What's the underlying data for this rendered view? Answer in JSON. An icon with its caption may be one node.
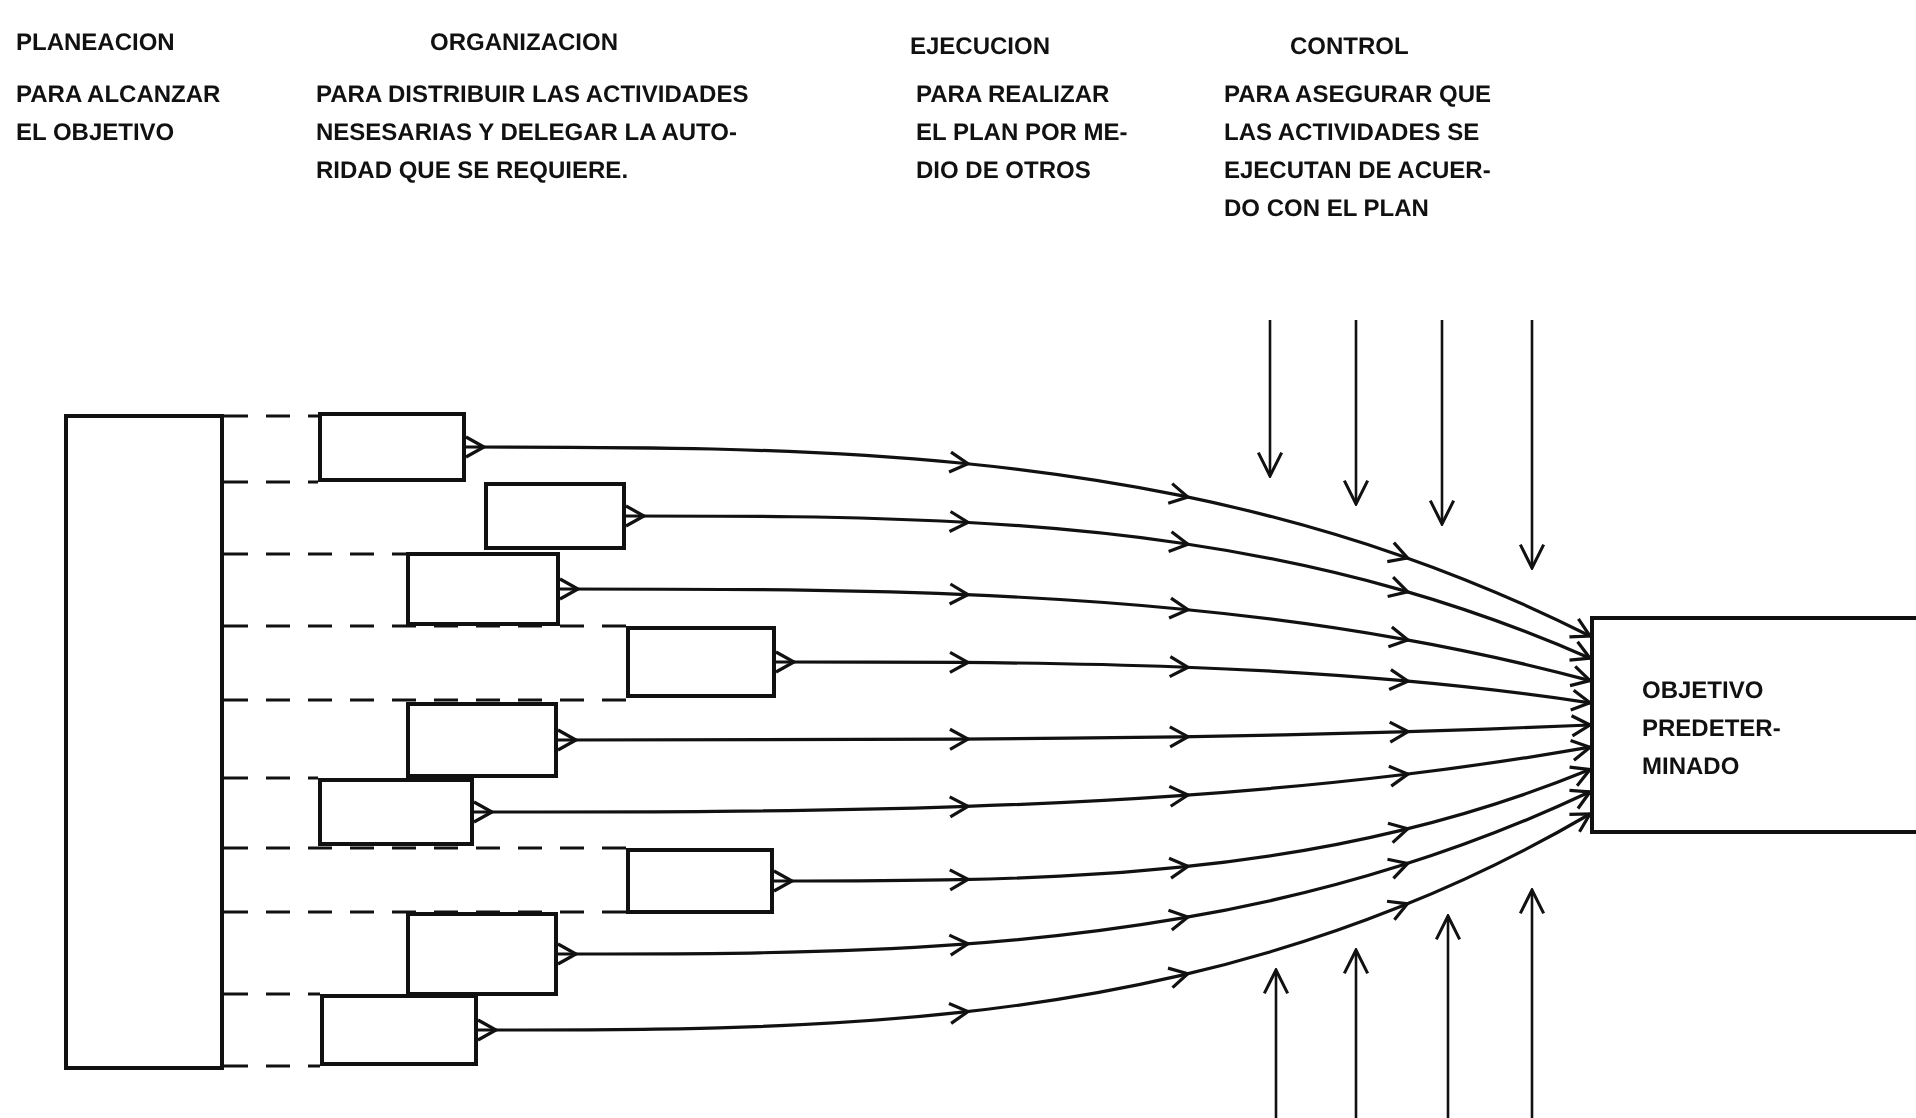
{
  "diagram": {
    "nodes": [
      {
        "text": [],
        "shape": "box"
      },
      {
        "text": [],
        "shape": "box"
      },
      {
        "text": [],
        "shape": "box"
      },
      {
        "text": [],
        "shape": "box"
      },
      {
        "text": [],
        "shape": "box"
      },
      {
        "text": [],
        "shape": "box"
      },
      {
        "text": [],
        "shape": "box"
      },
      {
        "text": [],
        "shape": "box"
      },
      {
        "text": [],
        "shape": "box"
      },
      {
        "text": [],
        "shape": "box"
      },
      {
        "text": [
          "OBJETIVO PREDETER- MINADO"
        ]
      }
    ],
    "edges": [
      {
        "from": 0,
        "to": 1,
        "arrow": "none",
        "style": "dashed"
      },
      {
        "from": 0,
        "to": 1,
        "arrow": "none",
        "style": "dashed"
      },
      {
        "from": 0,
        "to": 3,
        "arrow": "none",
        "style": "dashed"
      },
      {
        "from": 0,
        "to": 4,
        "arrow": "none",
        "style": "dashed"
      },
      {
        "from": 0,
        "to": 4,
        "arrow": "none",
        "style": "dashed"
      },
      {
        "from": 0,
        "to": 6,
        "arrow": "none",
        "style": "dashed"
      },
      {
        "from": 0,
        "to": 7,
        "arrow": "none",
        "style": "dashed"
      },
      {
        "from": 0,
        "to": 7,
        "arrow": "none",
        "style": "dashed"
      },
      {
        "from": 0,
        "to": 9,
        "arrow": "none",
        "style": "dashed"
      },
      {
        "from": 0,
        "to": 9,
        "arrow": "none",
        "style": "dashed"
      },
      {
        "from": 1,
        "to": 10,
        "arrow": "to"
      },
      {
        "from": 2,
        "to": 10,
        "arrow": "to"
      },
      {
        "from": 3,
        "to": 10,
        "arrow": "to"
      },
      {
        "from": 4,
        "to": 10,
        "arrow": "to"
      },
      {
        "from": 5,
        "to": 10,
        "arrow": "to"
      },
      {
        "from": 6,
        "to": 10,
        "arrow": "to"
      },
      {
        "from": 7,
        "to": 10,
        "arrow": "to"
      },
      {
        "from": 8,
        "to": 10,
        "arrow": "to"
      },
      {
        "from": 9,
        "to": 10,
        "arrow": "to"
      }
    ],
    "labels": [
      "PLANEACION",
      "ORGANIZACION",
      "EJECUCION",
      "CONTROL",
      "PARA ALCANZAR EL OBJETIVO",
      "PARA DISTRIBUIR LAS ACTIVIDADES NESESARIAS Y DELEGAR LA AUTO- RIDAD QUE SE REQUIERE.",
      "PARA REALIZAR EL PLAN POR ME- DIO DE OTROS",
      "PARA ASEGURAR QUE LAS ACTIVIDADES SE EJECUTAN DE ACUER- DO CON EL PLAN"
    ]
  }
}
